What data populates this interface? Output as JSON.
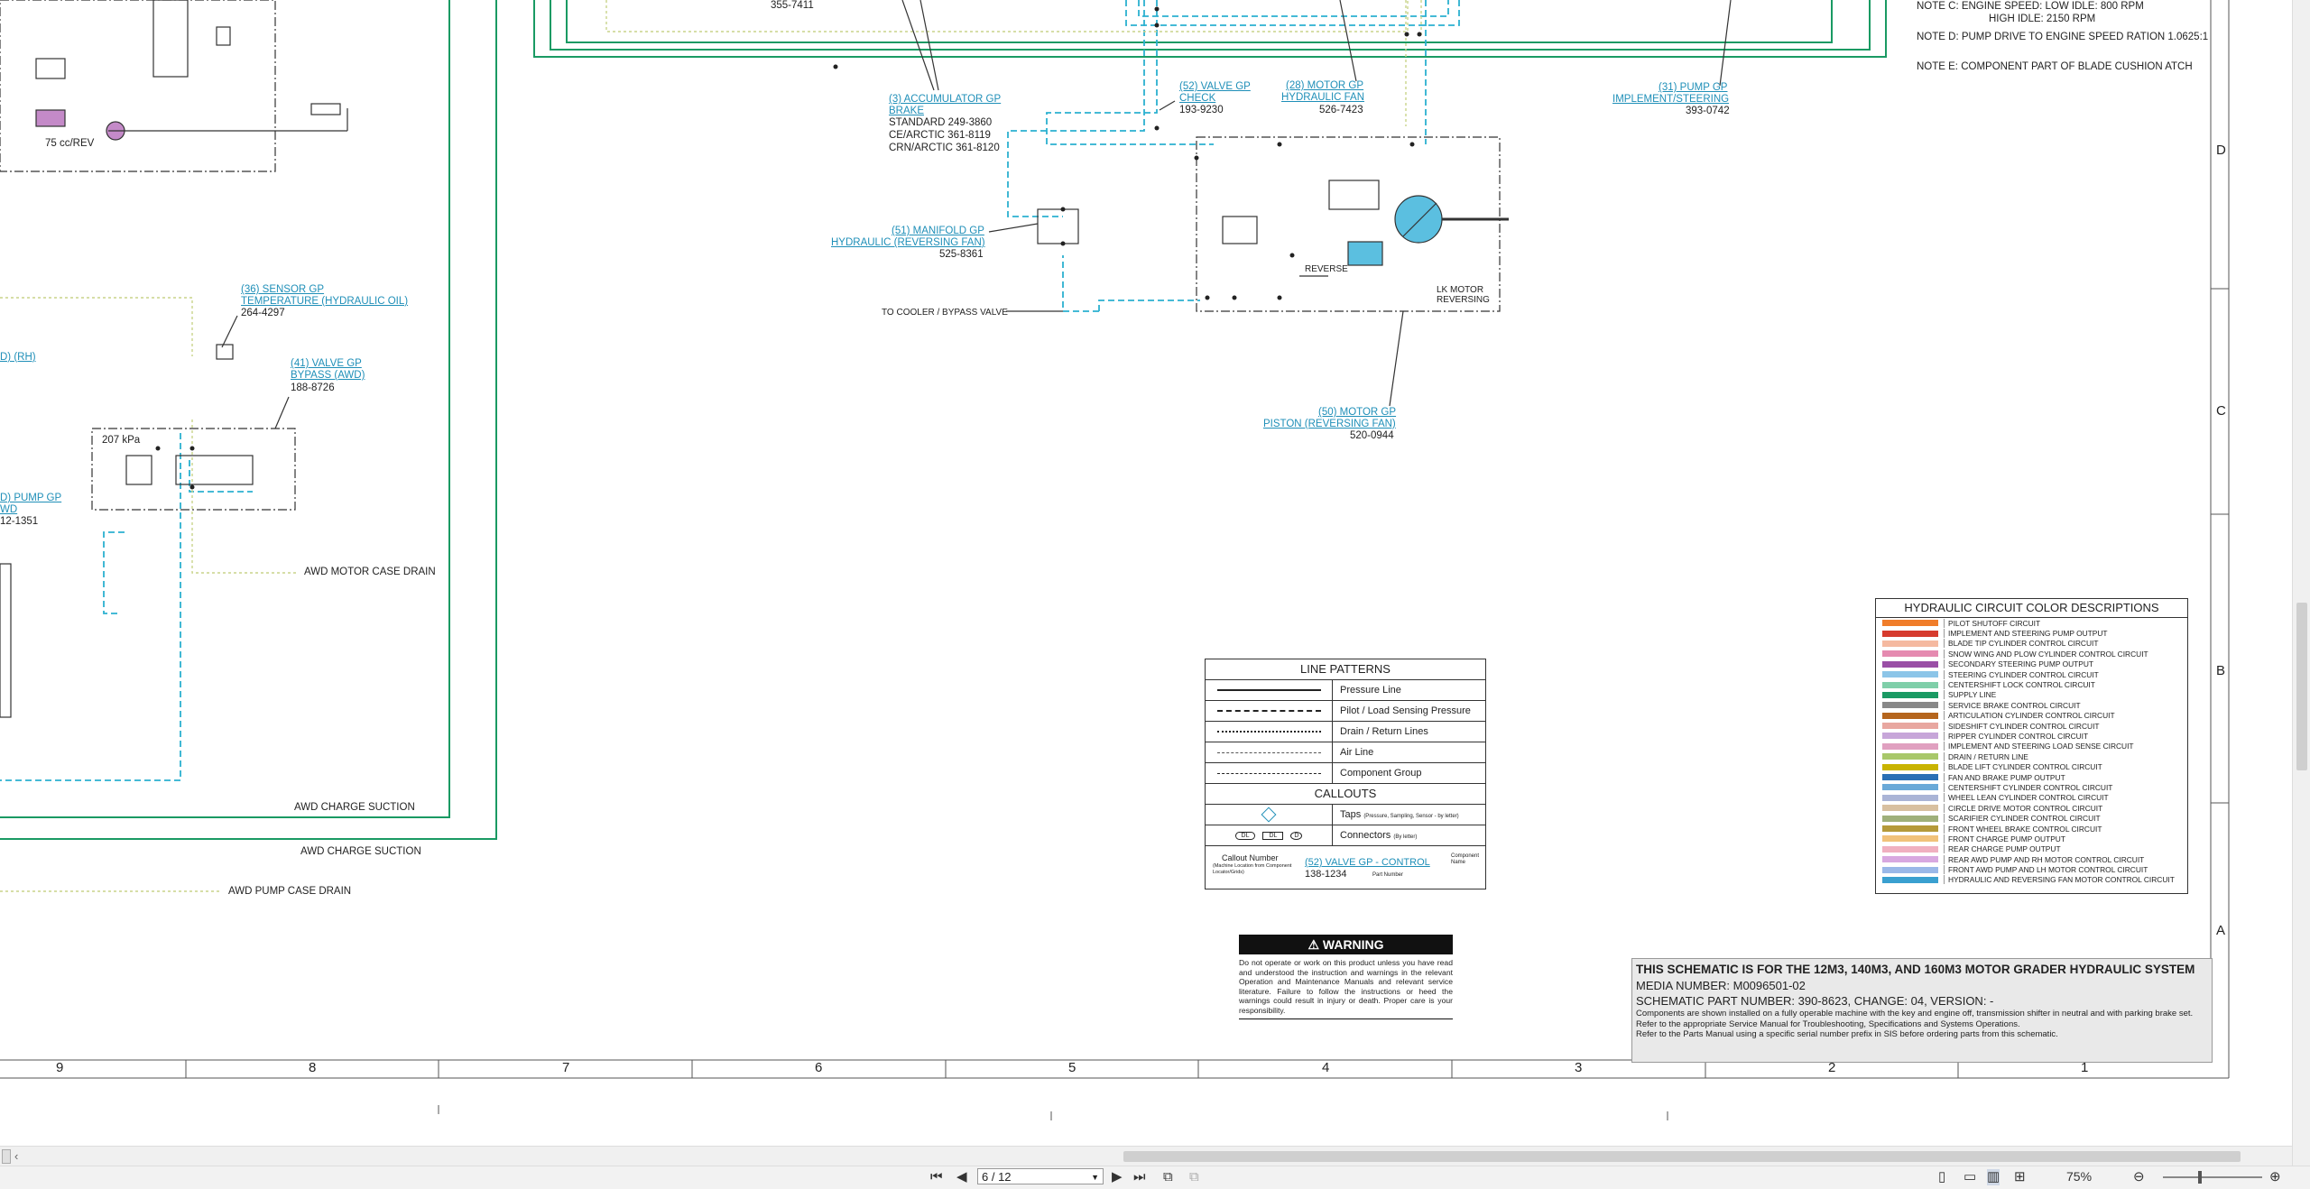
{
  "schematic": {
    "labels": {
      "part_355": "355-7411",
      "flow_75": "75 cc/REV",
      "accumulator_title": "(3) ACCUMULATOR GP",
      "accumulator_sub": "BRAKE",
      "accumulator_std": "STANDARD 249-3860",
      "accumulator_ce": "CE/ARCTIC 361-8119",
      "accumulator_crn": "CRN/ARCTIC 361-8120",
      "valve52_title": "(52) VALVE GP",
      "valve52_sub": "CHECK",
      "valve52_num": "193-9230",
      "motor28_title": "(28) MOTOR GP",
      "motor28_sub": "HYDRAULIC FAN",
      "motor28_num": "526-7423",
      "pump31_title": "(31) PUMP GP",
      "pump31_sub": "IMPLEMENT/STEERING",
      "pump31_num": "393-0742",
      "manifold51_title": "(51) MANIFOLD GP",
      "manifold51_sub": "HYDRAULIC (REVERSING FAN)",
      "manifold51_num": "525-8361",
      "to_cooler": "TO COOLER / BYPASS VALVE",
      "reverse": "REVERSE",
      "lk_motor": "LK MOTOR",
      "reversing": "REVERSING",
      "motor50_title": "(50) MOTOR GP",
      "motor50_sub": "PISTON (REVERSING FAN)",
      "motor50_num": "520-0944",
      "sensor36_title": "(36) SENSOR GP",
      "sensor36_sub": "TEMPERATURE (HYDRAULIC OIL)",
      "sensor36_num": "264-4297",
      "rh_partial": "D) (RH)",
      "valve41_title": "(41) VALVE GP",
      "valve41_sub": "BYPASS (AWD)",
      "valve41_num": "188-8726",
      "kpa": "207 kPa",
      "pump_partial_title": "D) PUMP GP",
      "pump_partial_sub": "WD",
      "pump_partial_num": "12-1351",
      "awd_motor_case_drain": "AWD MOTOR CASE DRAIN",
      "awd_charge_suction_1": "AWD CHARGE SUCTION",
      "awd_charge_suction_2": "AWD CHARGE SUCTION",
      "awd_pump_case_drain": "AWD PUMP CASE DRAIN"
    },
    "notes": [
      "NOTE C: ENGINE SPEED: LOW IDLE:   800 RPM",
      "HIGH IDLE:    2150 RPM",
      "NOTE D: PUMP DRIVE TO ENGINE SPEED RATION 1.0625:1",
      "NOTE E: COMPONENT PART OF BLADE CUSHION ATCH"
    ],
    "line_patterns": {
      "title": "LINE PATTERNS",
      "rows": [
        "Pressure Line",
        "Pilot / Load Sensing Pressure",
        "Drain / Return Lines",
        "Air Line",
        "Component Group"
      ],
      "callouts_title": "CALLOUTS",
      "taps": "Taps",
      "taps_small": "(Pressure, Sampling, Sensor - by letter)",
      "connectors": "Connectors",
      "connectors_small": "(By letter)",
      "conn_labels": [
        "DL",
        "DL",
        "D"
      ],
      "callout_number": "Callout Number",
      "callout_small": "(Machine Location from Component Locator/Grids)",
      "callout_example": "(52) VALVE GP - CONTROL",
      "component_name": "Component Name",
      "callout_partnum": "138-1234",
      "part_number": "Part Number"
    },
    "color_desc": {
      "title": "HYDRAULIC CIRCUIT COLOR DESCRIPTIONS",
      "items": [
        {
          "label": "PILOT SHUTOFF CIRCUIT",
          "color": "#f07d2a"
        },
        {
          "label": "IMPLEMENT AND STEERING PUMP OUTPUT",
          "color": "#d63b2e"
        },
        {
          "label": "BLADE TIP CYLINDER CONTROL CIRCUIT",
          "color": "#f5b9a0"
        },
        {
          "label": "SNOW WING AND PLOW CYLINDER CONTROL CIRCUIT",
          "color": "#e58ab0"
        },
        {
          "label": "SECONDARY STEERING PUMP OUTPUT",
          "color": "#9a4fa6"
        },
        {
          "label": "STEERING CYLINDER CONTROL CIRCUIT",
          "color": "#8cc5e8"
        },
        {
          "label": "CENTERSHIFT LOCK CONTROL CIRCUIT",
          "color": "#7fcfa9"
        },
        {
          "label": "SUPPLY LINE",
          "color": "#1a9a63"
        },
        {
          "label": "SERVICE BRAKE CONTROL CIRCUIT",
          "color": "#888888"
        },
        {
          "label": "ARTICULATION CYLINDER CONTROL CIRCUIT",
          "color": "#b5651d"
        },
        {
          "label": "SIDESHIFT CYLINDER CONTROL CIRCUIT",
          "color": "#e8a7a0"
        },
        {
          "label": "RIPPER CYLINDER CONTROL CIRCUIT",
          "color": "#c7a6d9"
        },
        {
          "label": "IMPLEMENT AND STEERING LOAD SENSE CIRCUIT",
          "color": "#e0a0c0"
        },
        {
          "label": "DRAIN / RETURN LINE",
          "color": "#a8c86a"
        },
        {
          "label": "BLADE LIFT CYLINDER CONTROL CIRCUIT",
          "color": "#c9b400"
        },
        {
          "label": "FAN AND BRAKE PUMP OUTPUT",
          "color": "#2a6fb5"
        },
        {
          "label": "CENTERSHIFT CYLINDER CONTROL CIRCUIT",
          "color": "#6aa9d8"
        },
        {
          "label": "WHEEL LEAN CYLINDER CONTROL CIRCUIT",
          "color": "#aab4d6"
        },
        {
          "label": "CIRCLE DRIVE MOTOR CONTROL CIRCUIT",
          "color": "#d8c0a0"
        },
        {
          "label": "SCARIFIER CYLINDER CONTROL CIRCUIT",
          "color": "#9fb07a"
        },
        {
          "label": "FRONT WHEEL BRAKE CONTROL CIRCUIT",
          "color": "#b59a3a"
        },
        {
          "label": "FRONT CHARGE PUMP OUTPUT",
          "color": "#f1c27a"
        },
        {
          "label": "REAR CHARGE PUMP OUTPUT",
          "color": "#f0b0c0"
        },
        {
          "label": "REAR AWD PUMP AND RH MOTOR CONTROL CIRCUIT",
          "color": "#d8a8e0"
        },
        {
          "label": "FRONT AWD PUMP AND LH MOTOR CONTROL CIRCUIT",
          "color": "#9ab8e8"
        },
        {
          "label": "HYDRAULIC AND REVERSING FAN MOTOR CONTROL CIRCUIT",
          "color": "#3aa0d0"
        }
      ]
    },
    "warning": {
      "title": "WARNING",
      "text": "Do not operate or work on this product unless you have read and understood the instruction and warnings in the relevant Operation and Maintenance Manuals and relevant service literature. Failure to follow the instructions or heed the warnings could result in injury or death. Proper care is your responsibility."
    },
    "title_block": {
      "line1": "THIS SCHEMATIC IS FOR THE 12M3, 140M3, AND 160M3 MOTOR GRADER HYDRAULIC SYSTEM",
      "line2": "MEDIA NUMBER: M0096501-02",
      "line3": "SCHEMATIC PART NUMBER: 390-8623, CHANGE: 04, VERSION: -",
      "line4": "Components are shown installed on a fully operable machine with the key and engine off, transmission shifter in neutral and with parking brake set.",
      "line5": "Refer to the appropriate Service Manual for Troubleshooting, Specifications and Systems Operations.",
      "line6": "Refer to the Parts Manual using a specific serial number prefix in SIS before ordering parts from this schematic."
    },
    "column_numbers": [
      "9",
      "8",
      "7",
      "6",
      "5",
      "4",
      "3",
      "2",
      "1"
    ],
    "row_letters": [
      "D",
      "C",
      "B",
      "A"
    ]
  },
  "viewer": {
    "page_value": "6 / 12",
    "zoom": "75%",
    "first_icon": "first-page-icon",
    "prev_icon": "prev-page-icon",
    "next_icon": "next-page-icon",
    "last_icon": "last-page-icon"
  }
}
